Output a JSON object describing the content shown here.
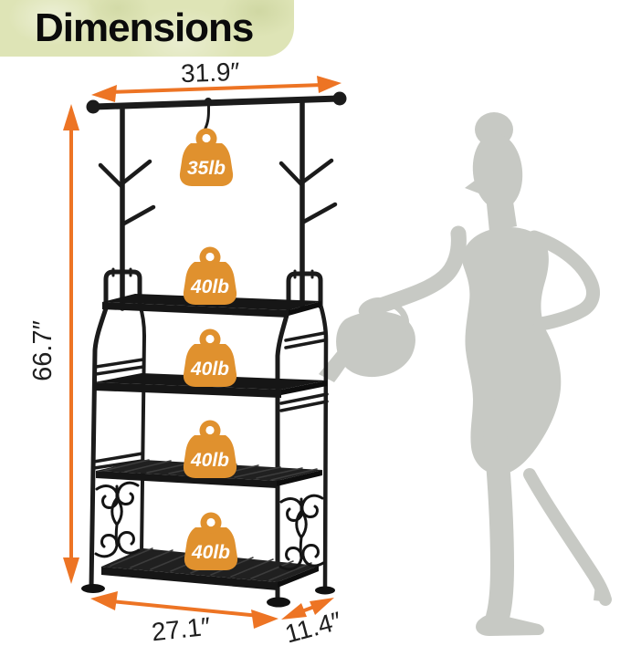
{
  "header": {
    "title": "Dimensions"
  },
  "dimensions": {
    "rod_width": "31.9″",
    "height": "66.7″",
    "base_width": "27.1″",
    "base_depth": "11.4″"
  },
  "weight_capacities": {
    "hanging_rod": "35lb",
    "shelves": [
      "40lb",
      "40lb",
      "40lb",
      "40lb"
    ]
  },
  "icons": {
    "weight_badge": "kettlebell-weight-icon",
    "dimension_arrow": "double-headed-arrow-icon"
  },
  "colors": {
    "accent_arrow_orange": "#ED7424",
    "badge_orange": "#E0912E",
    "rack_black": "#1b1b1b",
    "silhouette_gray": "#C7C9C4",
    "header_green": "#DEE4B6"
  }
}
